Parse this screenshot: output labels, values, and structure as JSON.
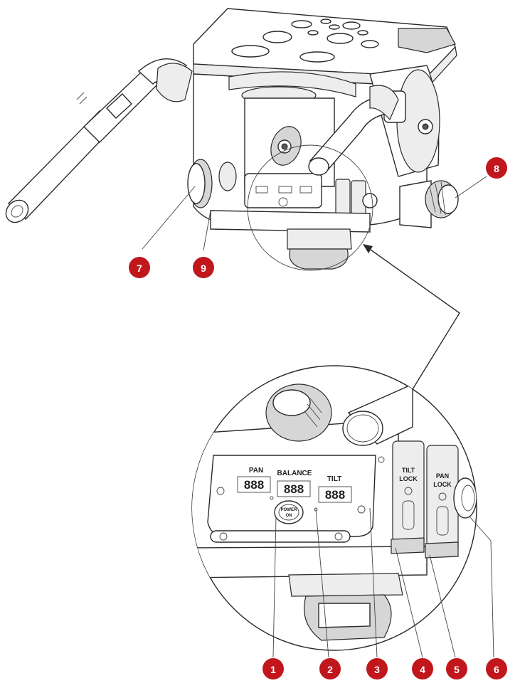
{
  "accent_color": "#c0161c",
  "panel": {
    "pan": "PAN",
    "balance": "BALANCE",
    "tilt": "TILT",
    "digits": "888",
    "power_line1": "POWER",
    "power_line2": "ON",
    "tilt_lock_line1": "TILT",
    "tilt_lock_line2": "LOCK",
    "pan_lock_line1": "PAN",
    "pan_lock_line2": "LOCK"
  },
  "callouts": [
    {
      "id": "1"
    },
    {
      "id": "2"
    },
    {
      "id": "3"
    },
    {
      "id": "4"
    },
    {
      "id": "5"
    },
    {
      "id": "6"
    },
    {
      "id": "7"
    },
    {
      "id": "8"
    },
    {
      "id": "9"
    }
  ]
}
